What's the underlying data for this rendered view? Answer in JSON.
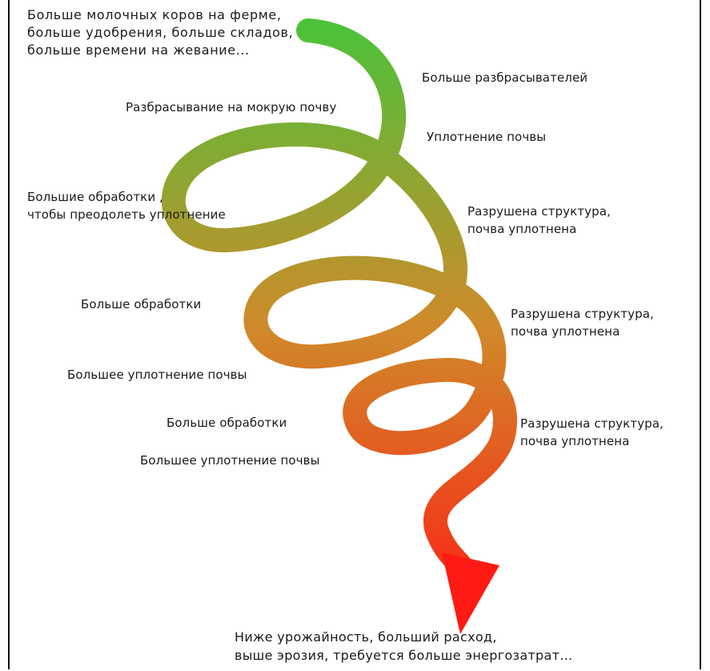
{
  "labels": {
    "top": "Больше молочных коров на ферме,\nбольше удобрения, больше складов,\nбольше времени на жевание...",
    "more_spreaders": "Больше разбрасывателей",
    "wet_spreading": "Разбрасывание на мокрую почву",
    "compaction": "Уплотнение почвы",
    "big_tillage": "Большие обработки ,\nчтобы преодолеть уплотнение",
    "broken_1": "Разрушена структура,\nпочва уплотнена",
    "more_tillage_1": "Больше обработки",
    "broken_2": "Разрушена структура,\nпочва уплотнена",
    "more_compaction_1": "Большее уплотнение почвы",
    "more_tillage_2": "Больше обработки",
    "broken_3": "Разрушена структура,\nпочва уплотнена",
    "more_compaction_2": "Большее уплотнение почвы",
    "bottom": "Ниже урожайность, больший расход,\nвыше эрозия, требуется больше энергозатрат..."
  },
  "colors": {
    "start": "#4cc23a",
    "mid": "#d08a2a",
    "end": "#ff1a14"
  }
}
